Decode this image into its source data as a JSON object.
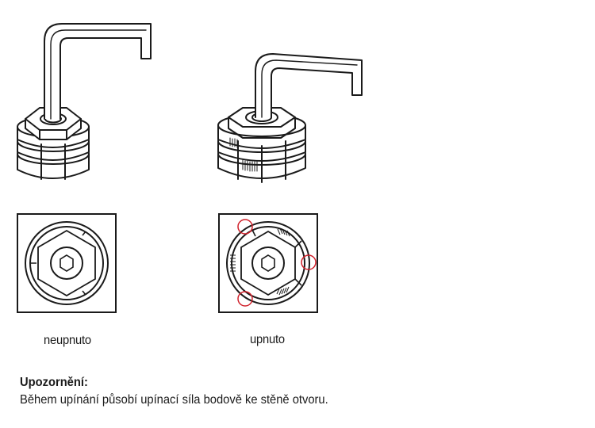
{
  "labels": {
    "unclamped": "neupnuto",
    "clamped": "upnuto"
  },
  "note": {
    "title": "Upozornění:",
    "text": "Během upínání působí upínací síla bodově ke stěně otvoru."
  },
  "colors": {
    "line": "#1a1a1a",
    "highlight": "#d0202a"
  }
}
